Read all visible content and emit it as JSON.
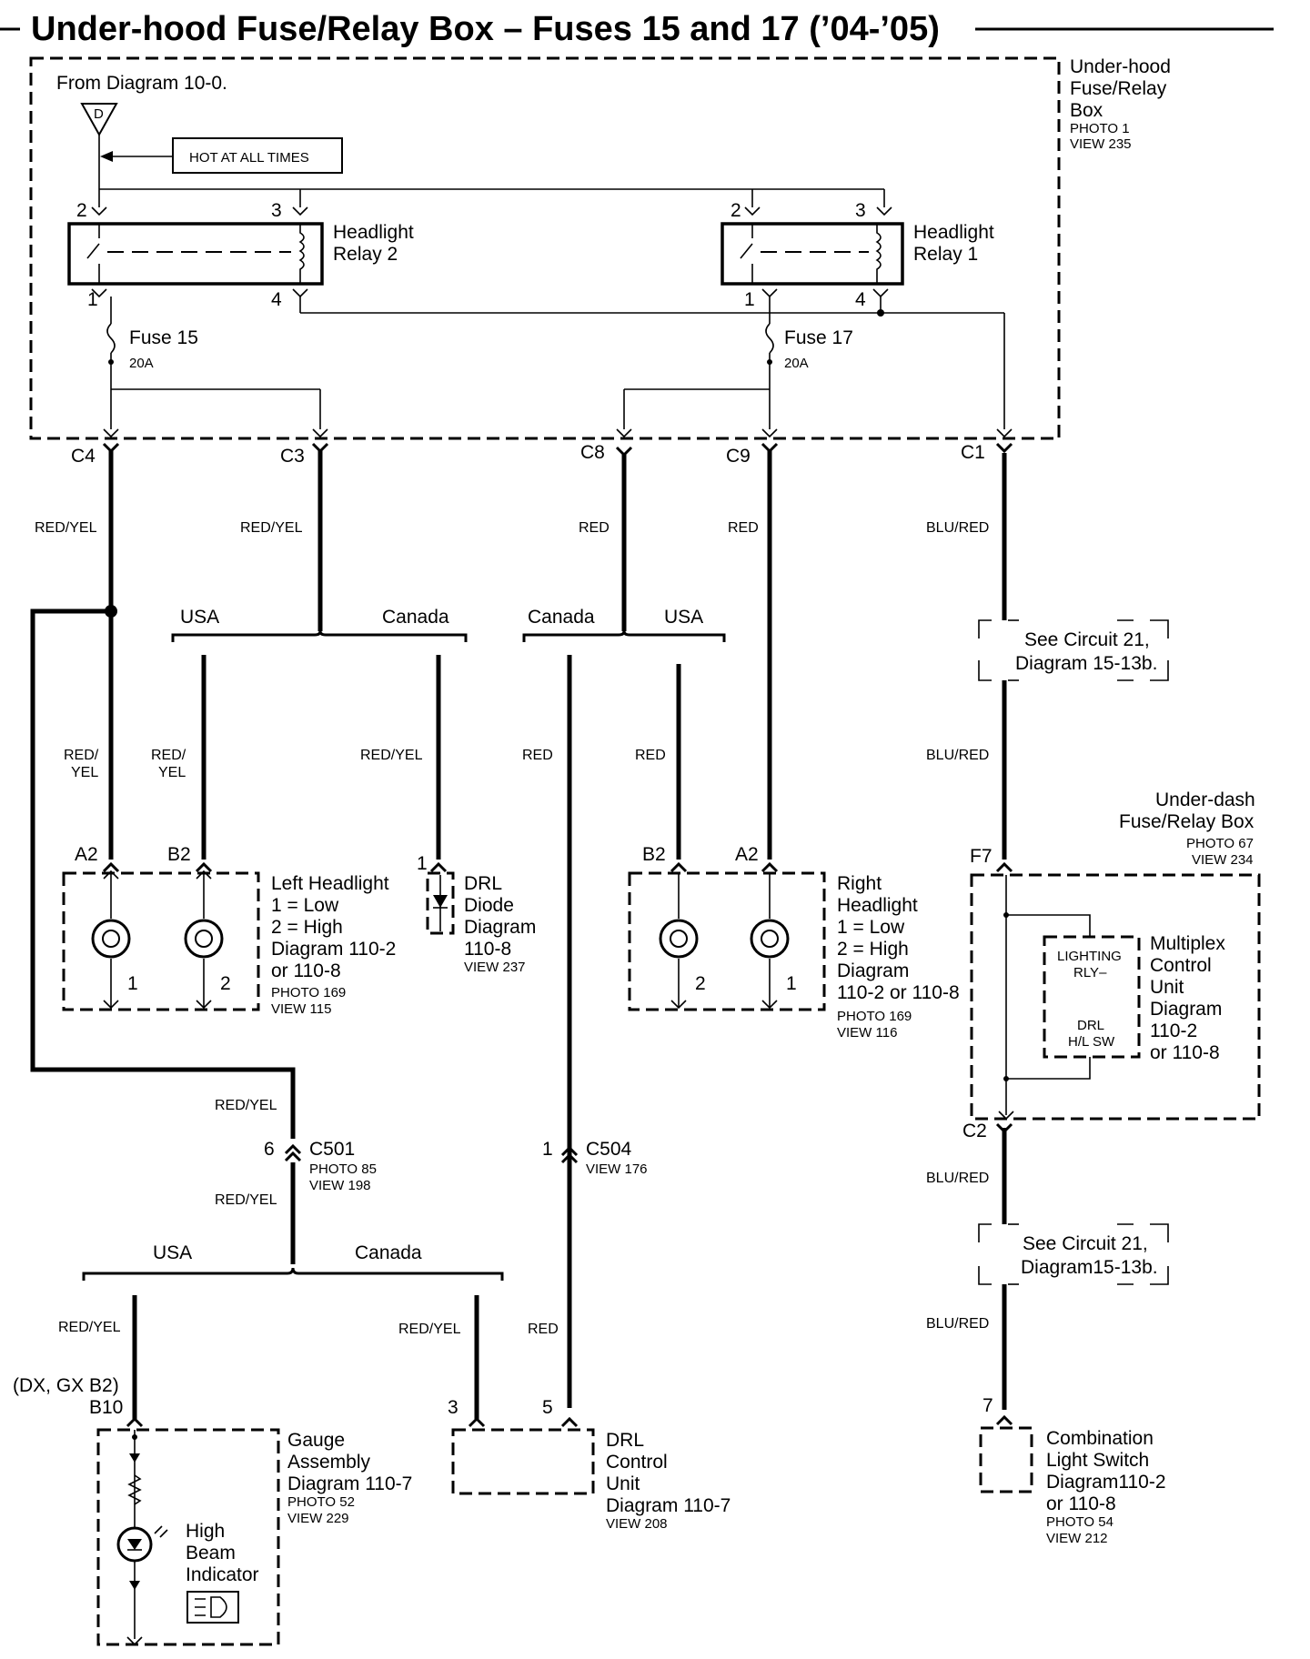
{
  "title": "Under-hood Fuse/Relay Box – Fuses 15 and 17 (’04-’05)",
  "from_diagram": "From Diagram 10-0.",
  "terminal_d": "D",
  "hot_at_all_times": "HOT AT ALL TIMES",
  "underhood_box": {
    "line1": "Under-hood",
    "line2": "Fuse/Relay",
    "line3": "Box",
    "photo": "PHOTO 1",
    "view": "VIEW 235"
  },
  "relay2": {
    "line1": "Headlight",
    "line2": "Relay 2",
    "pin2": "2",
    "pin3": "3",
    "pin1": "1",
    "pin4": "4"
  },
  "relay1": {
    "line1": "Headlight",
    "line2": "Relay 1",
    "pin2": "2",
    "pin3": "3",
    "pin1": "1",
    "pin4": "4"
  },
  "fuse15": {
    "name": "Fuse 15",
    "rating": "20A"
  },
  "fuse17": {
    "name": "Fuse 17",
    "rating": "20A"
  },
  "connectors": {
    "c4": "C4",
    "c3": "C3",
    "c8": "C8",
    "c9": "C9",
    "c1": "C1"
  },
  "wires": {
    "red_yel": "RED/YEL",
    "red": "RED",
    "blu_red": "BLU/RED",
    "red_slash": "RED/",
    "yel": "YEL"
  },
  "regions": {
    "usa": "USA",
    "canada": "Canada"
  },
  "see_circuit_1": {
    "line1": "See Circuit 21,",
    "line2": "Diagram 15-13b."
  },
  "see_circuit_2": {
    "line1": "See Circuit 21,",
    "line2": "Diagram15-13b."
  },
  "underdash_box": {
    "line1": "Under-dash",
    "line2": "Fuse/Relay Box",
    "photo": "PHOTO 67",
    "view": "VIEW 234",
    "f7": "F7",
    "c2": "C2"
  },
  "left_headlight": {
    "a2": "A2",
    "b2": "B2",
    "line1": "Left Headlight",
    "line2": "1 = Low",
    "line3": "2 = High",
    "line4": "Diagram 110-2",
    "line5": "or 110-8",
    "photo": "PHOTO 169",
    "view": "VIEW 115",
    "p1": "1",
    "p2": "2"
  },
  "drl_diode": {
    "pin": "1",
    "line1": "DRL",
    "line2": "Diode",
    "line3": "Diagram",
    "line4": "110-8",
    "view": "VIEW 237"
  },
  "right_headlight": {
    "b2": "B2",
    "a2": "A2",
    "line1": "Right",
    "line2": "Headlight",
    "line3": "1 = Low",
    "line4": "2 = High",
    "line5": "Diagram",
    "line6": "110-2  or 110-8",
    "photo": "PHOTO 169",
    "view": "VIEW 116",
    "p2": "2",
    "p1": "1"
  },
  "mcu": {
    "lighting": "LIGHTING",
    "rly": "RLY–",
    "drl": "DRL",
    "hlsw": "H/L SW",
    "line1": "Multiplex",
    "line2": "Control",
    "line3": "Unit",
    "line4": "Diagram",
    "line5": "110-2",
    "line6": "or 110-8"
  },
  "c501": {
    "pin": "6",
    "name": "C501",
    "photo": "PHOTO 85",
    "view": "VIEW 198"
  },
  "c504": {
    "pin": "1",
    "name": "C504",
    "view": "VIEW 176"
  },
  "gauge": {
    "variant": "(DX, GX B2)",
    "b10": "B10",
    "line1": "Gauge",
    "line2": "Assembly",
    "line3": "Diagram 110-7",
    "photo": "PHOTO 52",
    "view": "VIEW 229",
    "hb1": "High",
    "hb2": "Beam",
    "hb3": "Indicator"
  },
  "drl_unit": {
    "pin3": "3",
    "pin5": "5",
    "line1": "DRL",
    "line2": "Control",
    "line3": "Unit",
    "line4": "Diagram 110-7",
    "view": "VIEW 208"
  },
  "combo_switch": {
    "pin": "7",
    "line1": "Combination",
    "line2": "Light Switch",
    "line3": "Diagram110-2",
    "line4": "or 110-8",
    "photo": "PHOTO 54",
    "view": "VIEW 212"
  }
}
